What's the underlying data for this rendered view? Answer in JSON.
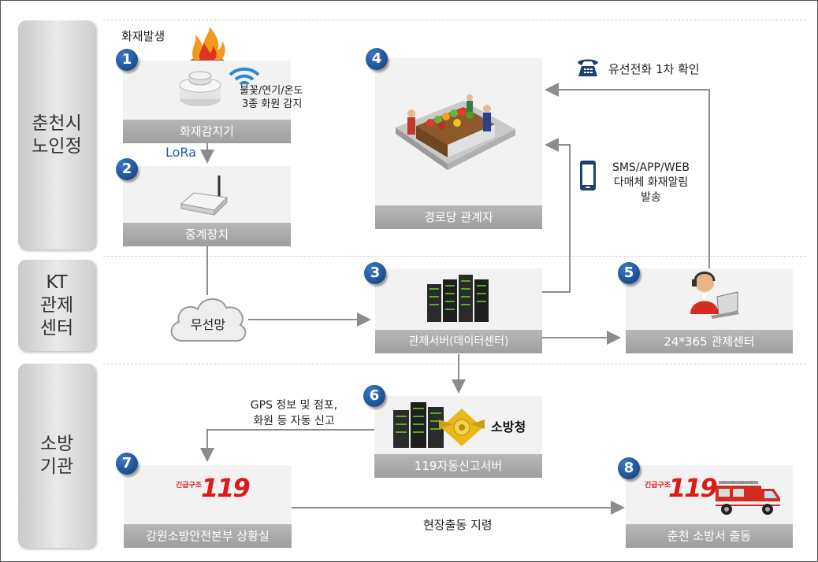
{
  "lanes": [
    {
      "lines": [
        "춘천시",
        "노인정"
      ]
    },
    {
      "lines": [
        "KT",
        "관제",
        "센터"
      ]
    },
    {
      "lines": [
        "소방",
        "기관"
      ]
    }
  ],
  "steps": {
    "s1": {
      "num": "1",
      "label": "화재감지기"
    },
    "s2": {
      "num": "2",
      "label": "중계장치"
    },
    "s3": {
      "num": "3",
      "label": "관제서버(데이터센터)"
    },
    "s4": {
      "num": "4",
      "label": "경로당 관계자"
    },
    "s5": {
      "num": "5",
      "label": "24*365 관제센터"
    },
    "s6": {
      "num": "6",
      "label": "119자동신고서버"
    },
    "s7": {
      "num": "7",
      "label": "강원소방안전본부 상황실"
    },
    "s8": {
      "num": "8",
      "label": "춘천 소방서 출동"
    }
  },
  "annotations": {
    "fire_event": "화재발생",
    "sensor_line1": "불꽃/연기/온도",
    "sensor_line2": "3종 화원 감지",
    "lora": "LoRa",
    "wireless": "무선망",
    "phone_confirm": "유선전화 1차 확인",
    "sms_line1": "SMS/APP/WEB",
    "sms_line2": "다매체 화재알림",
    "sms_line3": "발송",
    "gps_line1": "GPS 정보 및 점포,",
    "gps_line2": "화원 등 자동 신고",
    "dispatch": "현장출동 지령",
    "fire_agency": "소방청",
    "logo_119_small": "긴급구조",
    "logo_119_big": "119"
  },
  "colors": {
    "badge": "#1a4f96",
    "label_bar": "#a6a6a6",
    "arrow": "#8c8c8c",
    "logo_red": "#e01818"
  }
}
